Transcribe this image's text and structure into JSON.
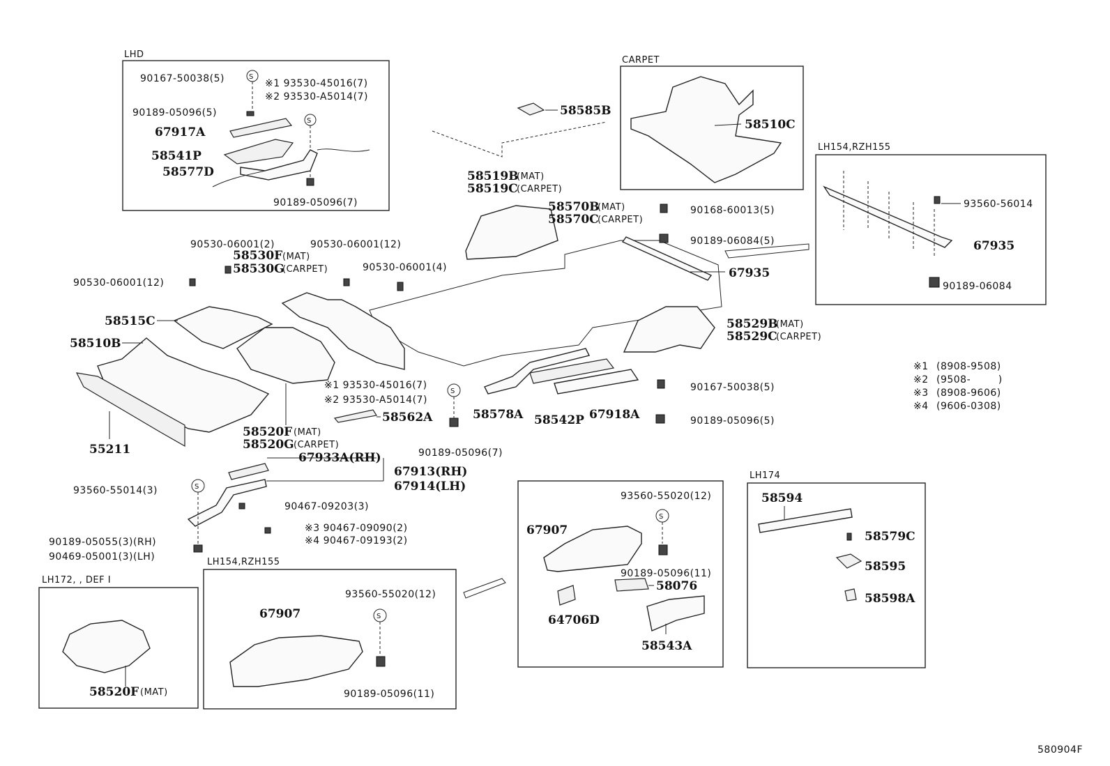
{
  "figure_code": "580904F",
  "boxes": {
    "lhd": "LHD",
    "carpet": "CARPET",
    "lh154_top": "LH154,RZH155",
    "lh174": "LH174",
    "lh154_bottom": "LH154,RZH155",
    "lh172": "LH172, , DEF I"
  },
  "legend": [
    {
      "mark": "※1",
      "range": "(8908-9508)"
    },
    {
      "mark": "※2",
      "range": "(9508-        )"
    },
    {
      "mark": "※3",
      "range": "(8908-9606)"
    },
    {
      "mark": "※4",
      "range": "(9606-0308)"
    }
  ],
  "lhd_labels": {
    "p1": "90167-50038(5)",
    "p2": "※1 93530-45016(7)",
    "p3": "※2 93530-A5014(7)",
    "p4": "90189-05096(5)",
    "p5": "67917A",
    "p6": "58541P",
    "p7": "58577D",
    "p8": "90189-05096(7)"
  },
  "carpet_labels": {
    "p1": "58510C"
  },
  "lh154_top_labels": {
    "p1": "93560-56014",
    "p2": "67935",
    "p3": "90189-06084"
  },
  "main_labels": {
    "l58585b": "58585B",
    "l58519b": "58519B",
    "l58519b_s": "(MAT)",
    "l58519c": "58519C",
    "l58519c_s": "(CARPET)",
    "l58570b": "58570B",
    "l58570b_s": "(MAT)",
    "l58570c": "58570C",
    "l58570c_s": "(CARPET)",
    "l90168": "90168-60013(5)",
    "l90189_06084": "90189-06084(5)",
    "l67935": "67935",
    "l90530_a": "90530-06001(2)",
    "l90530_b": "90530-06001(12)",
    "l58530f": "58530F",
    "l58530f_s": "(MAT)",
    "l58530g": "58530G",
    "l58530g_s": "(CARPET)",
    "l90530_c": "90530-06001(4)",
    "l90530_d": "90530-06001(12)",
    "l58515c": "58515C",
    "l58510b": "58510B",
    "l58529b": "58529B",
    "l58529b_s": "(MAT)",
    "l58529c": "58529C",
    "l58529c_s": "(CARPET)",
    "l93530_1": "※1 93530-45016(7)",
    "l93530_2": "※2 93530-A5014(7)",
    "l58562a": "58562A",
    "l58578a": "58578A",
    "l58542p": "58542P",
    "l67918a": "67918A",
    "l90167": "90167-50038(5)",
    "l90189_05096_5": "90189-05096(5)",
    "l55211": "55211",
    "l58520f": "58520F",
    "l58520f_s": "(MAT)",
    "l58520g": "58520G",
    "l58520g_s": "(CARPET)",
    "l90189_05096_7": "90189-05096(7)",
    "l67933a": "67933A(RH)",
    "l67913": "67913(RH)",
    "l67914": "67914(LH)",
    "l93560_55014": "93560-55014(3)",
    "l90467_09203": "90467-09203(3)",
    "l90467_09090": "※3 90467-09090(2)",
    "l90467_09193": "※4 90467-09193(2)",
    "l90189_05055": "90189-05055(3)(RH)",
    "l90469_05001": "90469-05001(3)(LH)"
  },
  "lh154_bottom_labels": {
    "p1": "93560-55020(12)",
    "p2": "67907",
    "p3": "90189-05096(11)"
  },
  "lh172_labels": {
    "p1": "58520F",
    "p1_s": "(MAT)"
  },
  "right_box_labels": {
    "p1": "93560-55020(12)",
    "p2": "67907",
    "p3": "90189-05096(11)",
    "p4": "58076",
    "p5": "64706D",
    "p6": "58543A"
  },
  "lh174_labels": {
    "p1": "58594",
    "p2": "58579C",
    "p3": "58595",
    "p4": "58598A"
  }
}
